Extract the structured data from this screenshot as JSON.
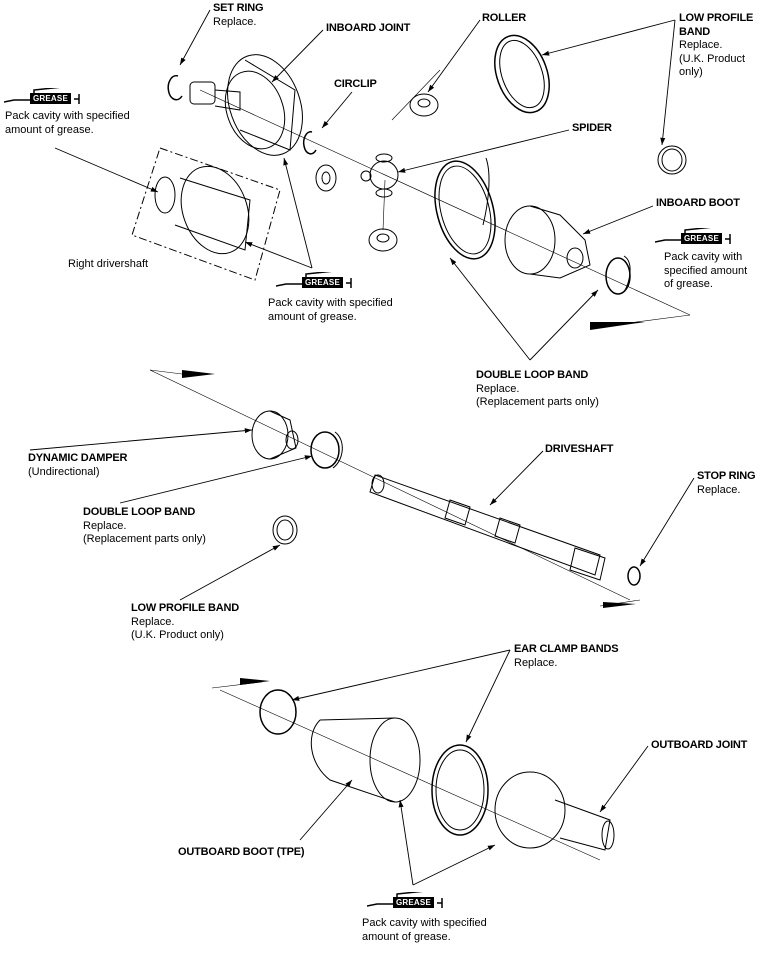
{
  "labels": {
    "set_ring": {
      "title": "SET RING",
      "note": "Replace."
    },
    "inboard_joint": {
      "title": "INBOARD JOINT"
    },
    "roller": {
      "title": "ROLLER"
    },
    "low_profile_band_top": {
      "title1": "LOW PROFILE",
      "title2": "BAND",
      "note1": "Replace.",
      "note2": "(U.K. Product",
      "note3": "only)"
    },
    "circlip": {
      "title": "CIRCLIP"
    },
    "spider": {
      "title": "SPIDER"
    },
    "inboard_boot": {
      "title": "INBOARD BOOT"
    },
    "right_driveshaft": {
      "text": "Right drivershaft"
    },
    "double_loop_band_top": {
      "title": "DOUBLE LOOP BAND",
      "note1": "Replace.",
      "note2": "(Replacement parts only)"
    },
    "dynamic_damper": {
      "title": "DYNAMIC DAMPER",
      "note": "(Undirectional)"
    },
    "driveshaft": {
      "title": "DRIVESHAFT"
    },
    "stop_ring": {
      "title": "STOP RING",
      "note": "Replace."
    },
    "double_loop_band_mid": {
      "title": "DOUBLE LOOP BAND",
      "note1": "Replace.",
      "note2": "(Replacement parts only)"
    },
    "low_profile_band_mid": {
      "title": "LOW PROFILE BAND",
      "note1": "Replace.",
      "note2": "(U.K. Product only)"
    },
    "ear_clamp_bands": {
      "title": "EAR CLAMP BANDS",
      "note": "Replace."
    },
    "outboard_joint": {
      "title": "OUTBOARD JOINT"
    },
    "outboard_boot": {
      "title": "OUTBOARD BOOT (TPE)"
    }
  },
  "grease": {
    "tag": "GREASE",
    "left": {
      "line1": "Pack cavity with specified",
      "line2": "amount of grease."
    },
    "middle": {
      "line1": "Pack cavity with specified",
      "line2": "amount of grease."
    },
    "right": {
      "line1": "Pack cavity with",
      "line2": "specified amount",
      "line3": "of grease."
    },
    "bottom": {
      "line1": "Pack cavity with specified",
      "line2": "amount of grease."
    }
  }
}
